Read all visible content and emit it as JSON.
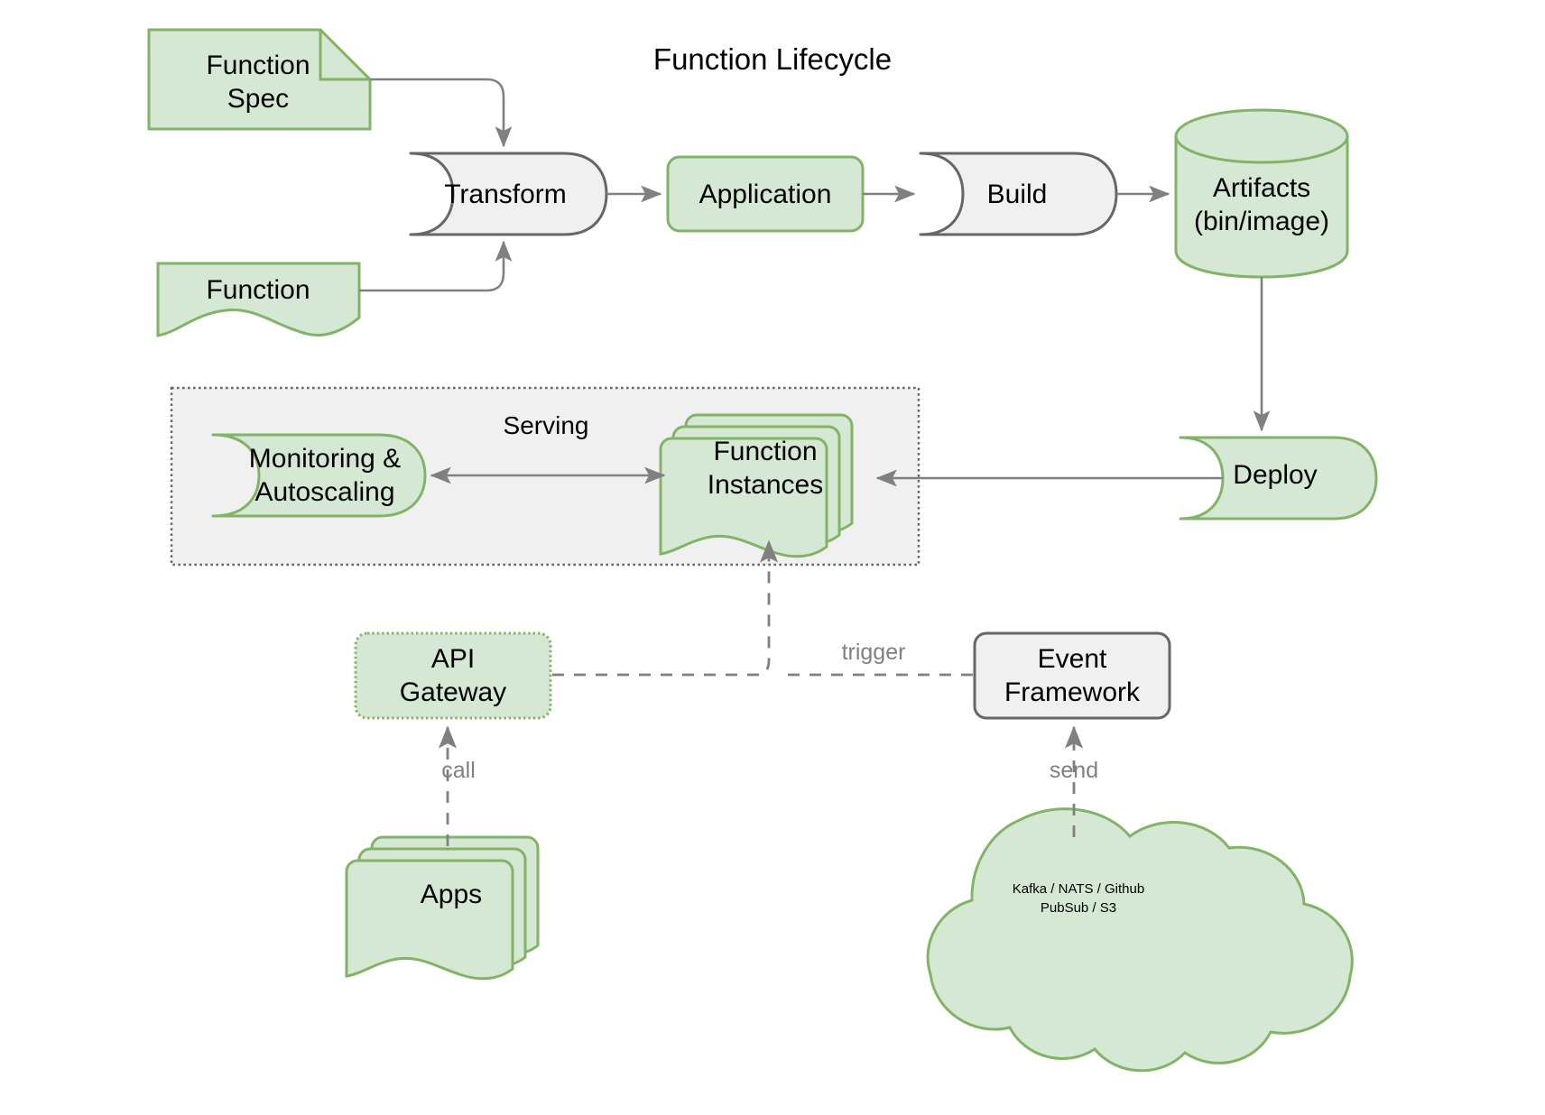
{
  "diagram": {
    "title": "Function Lifecycle",
    "colors": {
      "green_fill": "#d5e8d4",
      "green_stroke": "#82b366",
      "gray_fill": "#f0f0f0",
      "gray_stroke": "#666666",
      "line": "#808080",
      "label_gray": "#808080",
      "text": "#000000"
    },
    "nodes": {
      "function_spec": {
        "label": "Function\nSpec",
        "shape": "note-folded-corner",
        "style": "green"
      },
      "function": {
        "label": "Function",
        "shape": "document-wavy-bottom",
        "style": "green"
      },
      "transform": {
        "label": "Transform",
        "shape": "process-tape",
        "style": "gray"
      },
      "application": {
        "label": "Application",
        "shape": "rounded-rect",
        "style": "green"
      },
      "build": {
        "label": "Build",
        "shape": "process-tape",
        "style": "gray"
      },
      "artifacts": {
        "label": "Artifacts\n(bin/image)",
        "shape": "cylinder",
        "style": "green"
      },
      "deploy": {
        "label": "Deploy",
        "shape": "process-tape",
        "style": "green"
      },
      "serving": {
        "label": "Serving",
        "shape": "dotted-container",
        "style": "gray-dotted"
      },
      "monitoring": {
        "label": "Monitoring &\nAutoscaling",
        "shape": "process-tape",
        "style": "green"
      },
      "function_instances": {
        "label": "Function\nInstances",
        "shape": "stacked-document",
        "style": "green"
      },
      "api_gateway": {
        "label": "API\nGateway",
        "shape": "rounded-rect-dotted",
        "style": "green-dotted"
      },
      "event_framework": {
        "label": "Event\nFramework",
        "shape": "rounded-rect",
        "style": "gray"
      },
      "apps": {
        "label": "Apps",
        "shape": "stacked-document",
        "style": "green"
      },
      "event_sources_cloud": {
        "label": "Kafka / NATS / Github\nPubSub / S3",
        "shape": "cloud",
        "style": "green"
      }
    },
    "edge_labels": {
      "trigger": "trigger",
      "call": "call",
      "send": "send"
    },
    "edges": [
      {
        "from": "function_spec",
        "to": "transform",
        "style": "solid",
        "arrow": "end"
      },
      {
        "from": "function",
        "to": "transform",
        "style": "solid",
        "arrow": "end"
      },
      {
        "from": "transform",
        "to": "application",
        "style": "solid",
        "arrow": "end"
      },
      {
        "from": "application",
        "to": "build",
        "style": "solid",
        "arrow": "end"
      },
      {
        "from": "build",
        "to": "artifacts",
        "style": "solid",
        "arrow": "end"
      },
      {
        "from": "artifacts",
        "to": "deploy",
        "style": "solid",
        "arrow": "end"
      },
      {
        "from": "deploy",
        "to": "function_instances",
        "style": "solid",
        "arrow": "end"
      },
      {
        "from": "function_instances",
        "to": "monitoring",
        "style": "solid",
        "arrow": "both"
      },
      {
        "from": "api_gateway",
        "to": "function_instances",
        "style": "dashed",
        "arrow": "end",
        "label": "trigger"
      },
      {
        "from": "event_framework",
        "to": "function_instances",
        "style": "dashed",
        "arrow": "end",
        "label": "trigger"
      },
      {
        "from": "apps",
        "to": "api_gateway",
        "style": "dashed",
        "arrow": "end",
        "label": "call"
      },
      {
        "from": "event_sources_cloud",
        "to": "event_framework",
        "style": "dashed",
        "arrow": "end",
        "label": "send"
      }
    ]
  }
}
